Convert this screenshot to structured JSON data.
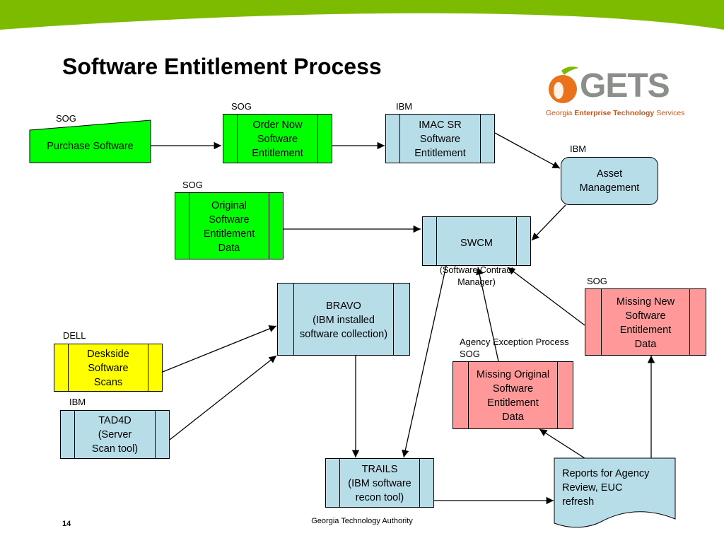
{
  "slide": {
    "title": "Software Entitlement Process",
    "footer": "Georgia Technology Authority",
    "page_number": "14"
  },
  "logo": {
    "word": "GETS",
    "subtitle_prefix": "Georgia ",
    "subtitle_bold": "Enterprise Technology",
    "subtitle_suffix": " Services"
  },
  "colors": {
    "banner": "#7dbb00",
    "green_box": "#00ff00",
    "blue_box": "#b7dde8",
    "pink_box": "#ff9999",
    "yellow_box": "#ffff00",
    "logo_orange": "#e8731c"
  },
  "nodes": {
    "purchase": {
      "tag": "SOG",
      "label": "Purchase Software"
    },
    "order_now": {
      "tag": "SOG",
      "label": "Order Now\nSoftware\nEntitlement"
    },
    "imac": {
      "tag": "IBM",
      "label": "IMAC SR\nSoftware\nEntitlement"
    },
    "asset": {
      "tag": "IBM",
      "label": "Asset\nManagement"
    },
    "original": {
      "tag": "SOG",
      "label": "Original\nSoftware\nEntitlement\nData"
    },
    "swcm": {
      "label": "SWCM",
      "sublabel": "(Software Contract\nManager)"
    },
    "bravo": {
      "label": "BRAVO\n(IBM installed\nsoftware collection)"
    },
    "missing_new": {
      "tag": "SOG",
      "label": "Missing New\nSoftware\nEntitlement\nData"
    },
    "deskside": {
      "tag": "DELL",
      "label": "Deskside\nSoftware\nScans"
    },
    "tad4d": {
      "tag": "IBM",
      "label": "TAD4D\n(Server\nScan tool)"
    },
    "missing_original": {
      "tag_line1": "Agency Exception Process",
      "tag_line2": "SOG",
      "label": "Missing Original\nSoftware\nEntitlement\nData"
    },
    "trails": {
      "label": "TRAILS\n(IBM software\nrecon tool)"
    },
    "reports": {
      "label": "Reports for Agency\nReview, EUC\n refresh"
    }
  }
}
